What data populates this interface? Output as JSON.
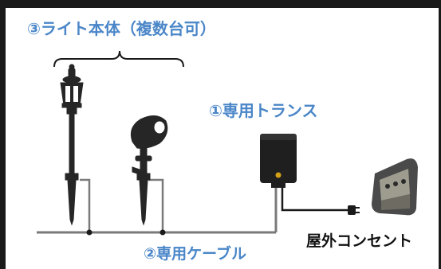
{
  "labels": {
    "lights": "③ライト本体（複数台可）",
    "transformer": "①専用トランス",
    "cable": "②専用ケーブル",
    "outlet": "屋外コンセント"
  },
  "colors": {
    "accent_blue": "#4a86c8",
    "text_black": "#111111",
    "cable_gray": "#7a7a7a",
    "device_dark": "#262626",
    "background": "#ffffff"
  },
  "icons": [
    "lantern-light-icon",
    "spotlight-icon",
    "transformer-icon",
    "plug-icon",
    "outdoor-outlet-icon",
    "brace-icon"
  ]
}
